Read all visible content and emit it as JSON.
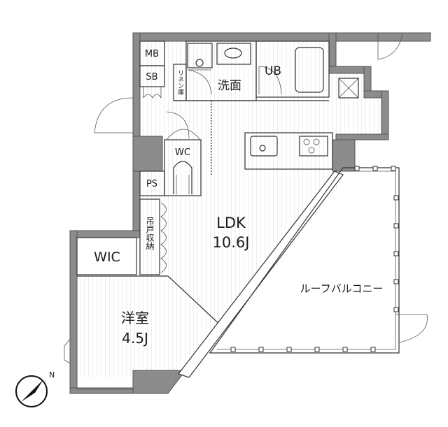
{
  "rooms": {
    "mb": "MB",
    "sb": "SB",
    "linen": "リネン庫",
    "washroom": "洗面",
    "ub": "UB",
    "wc": "WC",
    "ps": "PS",
    "hanging_storage": "吊戸収納",
    "ldk": "LDK",
    "ldk_size": "10.6J",
    "wic": "WIC",
    "western": "洋室",
    "western_size": "4.5J",
    "roof_balcony": "ルーフバルコニー"
  },
  "compass": {
    "label": "N"
  }
}
